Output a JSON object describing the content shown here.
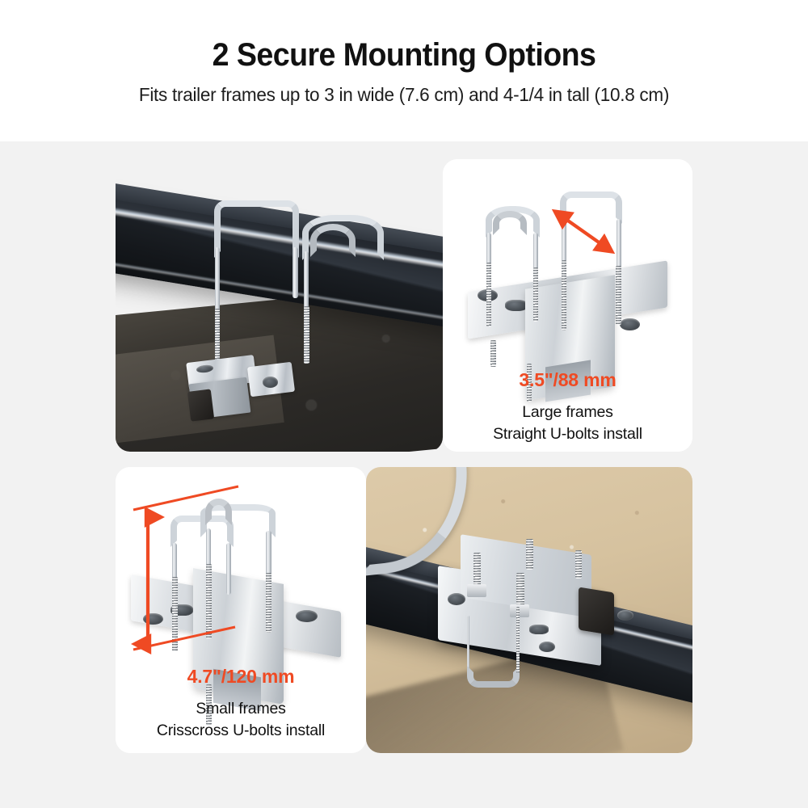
{
  "header": {
    "title": "2 Secure Mounting Options",
    "subtitle": "Fits trailer frames up to 3 in wide (7.6 cm) and 4-1/4 in tall (10.8 cm)"
  },
  "colors": {
    "accent_orange": "#ef4a23",
    "page_background": "#ffffff",
    "collage_background": "#f2f2f2",
    "card_background": "#ffffff",
    "text_primary": "#111111"
  },
  "panels": [
    {
      "id": "top-left-photo",
      "type": "photo",
      "scene": "trailer-frame-with-straight-u-bolts-clamped-on-black-steel-beam"
    },
    {
      "id": "top-right-info",
      "type": "product-callout",
      "product_shot": "bracket-with-straight-u-bolts",
      "annotation_icon": "diagonal-double-arrow",
      "measurement": "3.5\"/88 mm",
      "line1": "Large frames",
      "line2": "Straight U-bolts install"
    },
    {
      "id": "bottom-left-info",
      "type": "product-callout",
      "product_shot": "bracket-with-crisscross-u-bolts",
      "annotation_icon": "vertical-double-arrow",
      "measurement": "4.7\"/120 mm",
      "line1": "Small frames",
      "line2": "Crisscross U-bolts install"
    },
    {
      "id": "bottom-right-photo",
      "type": "photo",
      "scene": "mounted-bracket-on-trailer-frame-over-sand"
    }
  ]
}
